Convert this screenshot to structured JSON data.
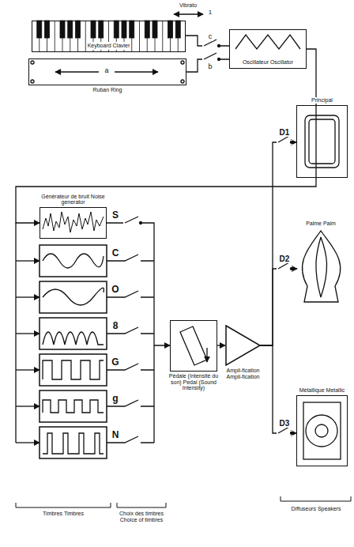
{
  "diagram": {
    "nodes": [
      {
        "text": [
          "Keyboard Clavier"
        ]
      },
      {
        "text": [
          "Ruban Ring"
        ]
      },
      {
        "text": [
          "Oscillateur Oscillator"
        ]
      },
      {
        "text": [
          "Générateur de bruit Noise generator"
        ]
      },
      {
        "text": [
          "Pédale (Intensité du son) Pedal (Sound Intensity)"
        ]
      },
      {
        "text": [
          "Ampli-fication Ampli-fication"
        ]
      },
      {
        "text": [
          "Principal"
        ]
      },
      {
        "text": [
          "Palme Palm"
        ]
      },
      {
        "text": [
          "Métallique Metallic"
        ]
      }
    ],
    "edges": [
      {
        "from": 0,
        "to": 2,
        "arrow": "none"
      },
      {
        "from": 1,
        "to": 2,
        "arrow": "none"
      },
      {
        "from": 2,
        "to": 3,
        "arrow": "to"
      },
      {
        "from": 3,
        "to": 4,
        "arrow": "to"
      },
      {
        "from": 4,
        "to": 5,
        "arrow": "to"
      },
      {
        "from": 5,
        "to": 6,
        "arrow": "to"
      },
      {
        "from": 5,
        "to": 7,
        "arrow": "to"
      },
      {
        "from": 5,
        "to": 8,
        "arrow": "to"
      }
    ],
    "labels": [
      "Vibrato",
      "1",
      "a",
      "c",
      "b",
      "S",
      "C",
      "O",
      "8",
      "G",
      "g",
      "N",
      "D1",
      "D2",
      "D3",
      "Timbres Timbres",
      "Choix des timbres Choice of timbres",
      "Diffuseurs Speakers"
    ]
  }
}
